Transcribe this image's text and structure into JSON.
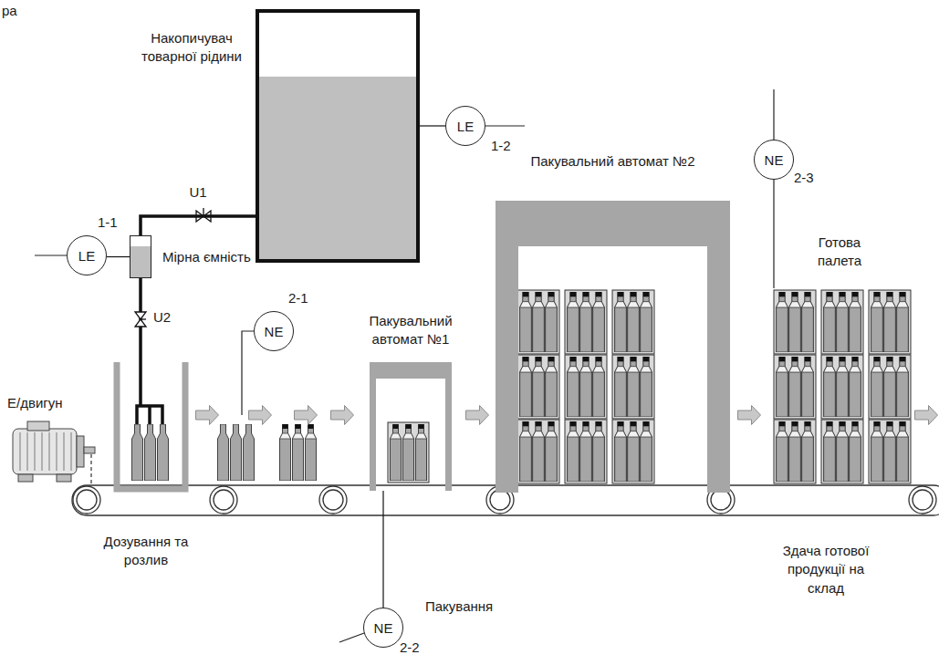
{
  "diagram": {
    "nodes": [
      {
        "text": [
          "Накопичувач товарної рідини"
        ]
      },
      {
        "text": [
          "LE",
          "1-2"
        ]
      },
      {
        "text": [
          "Мірна ємність"
        ]
      },
      {
        "text": [
          "LE",
          "1-1"
        ]
      },
      {
        "text": [
          "NE",
          "2-1"
        ]
      },
      {
        "text": [
          "Пакувальний автомат №1"
        ]
      },
      {
        "text": [
          "NE",
          "2-2"
        ]
      },
      {
        "text": [
          "Пакувальний автомат №2"
        ]
      },
      {
        "text": [
          "NE",
          "2-3"
        ]
      }
    ],
    "edges": [
      {
        "from": 0,
        "to": 1,
        "arrow": "none"
      },
      {
        "from": 3,
        "to": 2,
        "arrow": "none"
      },
      {
        "from": 0,
        "to": 2,
        "label": "U1",
        "arrow": "none"
      },
      {
        "from": 6,
        "to": 5,
        "arrow": "none"
      }
    ],
    "labels": [
      "ра",
      "U2",
      "Е/двигун",
      "Дозування та розлив",
      "Пакування",
      "Готова палета",
      "Здача готової продукції на склад"
    ]
  }
}
